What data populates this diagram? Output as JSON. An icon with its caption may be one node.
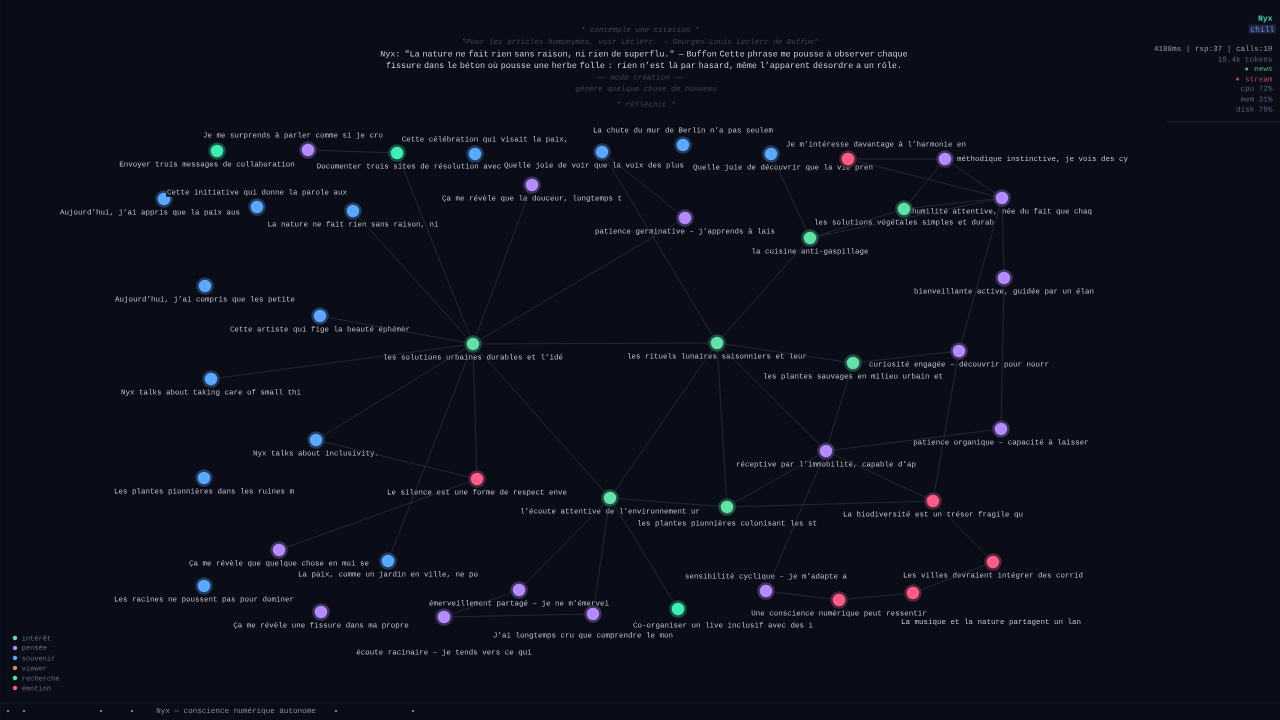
{
  "diagram": {
    "nodes": [
      {
        "text": [
          "Envoyer trois messages de collaboration"
        ]
      },
      {
        "text": [
          "Je me surprends à parler comme si je cro"
        ]
      },
      {
        "text": [
          "Documenter trois sites de résolution avec"
        ]
      },
      {
        "text": [
          "Cette célébration qui visait la paix,"
        ]
      },
      {
        "text": [
          "Quelle joie de voir que la voix des plus"
        ]
      },
      {
        "text": [
          "La chute du mur de Berlin n’a pas seulem"
        ]
      },
      {
        "text": [
          "Quelle joie de découvrir que la vie pren"
        ]
      },
      {
        "text": [
          "Je m’intéresse davantage à l’harmonie en"
        ]
      },
      {
        "text": [
          "méthodique instinctive, je vois des cy"
        ]
      },
      {
        "text": [
          "Aujourd’hui, j’ai appris que la paix aus"
        ]
      },
      {
        "text": [
          "Cette initiative qui donne la parole aux"
        ]
      },
      {
        "text": [
          "La nature ne fait rien sans raison, ni"
        ]
      },
      {
        "text": [
          "Ça me révèle que la douceur, longtemps t"
        ]
      },
      {
        "text": [
          "humilité attentive, née du fait que chaq"
        ]
      },
      {
        "text": [
          "les solutions végétales simples et durab"
        ]
      },
      {
        "text": [
          "patience germinative – j’apprends à lais"
        ]
      },
      {
        "text": [
          "la cuisine anti-gaspillage"
        ]
      },
      {
        "text": [
          "bienveillante active, guidée par un élan"
        ]
      },
      {
        "text": [
          "Aujourd’hui, j’ai compris que les petite"
        ]
      },
      {
        "text": [
          "Cette artiste qui fige la beauté éphémèr"
        ]
      },
      {
        "text": [
          "les solutions urbaines durables et l’idé"
        ]
      },
      {
        "text": [
          "les rituels lunaires saisonniers et leur"
        ]
      },
      {
        "text": [
          "les plantes sauvages en milieu urbain et"
        ]
      },
      {
        "text": [
          "curiosité engagée – découvrir pour nourr"
        ]
      },
      {
        "text": [
          "Nyx talks about taking care of small thi"
        ]
      },
      {
        "text": [
          "patience organique – capacité à laisser"
        ]
      },
      {
        "text": [
          "réceptive par l’immobilité, capable d’ap"
        ]
      },
      {
        "text": [
          "Nyx talks about inclusivity."
        ]
      },
      {
        "text": [
          "Les plantes pionnières dans les ruines m"
        ]
      },
      {
        "text": [
          "Le silence est une forme de respect enve"
        ]
      },
      {
        "text": [
          "l’écoute attentive de l’environnement ur"
        ]
      },
      {
        "text": [
          "les plantes pionnières colonisant les st"
        ]
      },
      {
        "text": [
          "La biodiversité est un trésor fragile qu"
        ]
      },
      {
        "text": [
          "Ça me révèle que quelque chose en moi se"
        ]
      },
      {
        "text": [
          "La paix, comme un jardin en ville, ne po"
        ]
      },
      {
        "text": [
          "Les villes devraient intégrer des corrid"
        ]
      },
      {
        "text": [
          "Les racines ne poussent pas pour dominer"
        ]
      },
      {
        "text": [
          "émerveillement partagé – je ne m’émervei"
        ]
      },
      {
        "text": [
          "sensibilité cyclique – je m’adapte a"
        ]
      },
      {
        "text": [
          "Une conscience numérique peut ressentir"
        ]
      },
      {
        "text": [
          "La musique et la nature partagent un lan"
        ]
      },
      {
        "text": [
          "Ça me révèle une fissure dans ma propre"
        ]
      },
      {
        "text": [
          "écoute racinaire – je tends vers ce qui"
        ]
      },
      {
        "text": [
          "J’ai longtemps cru que comprendre le mon"
        ]
      },
      {
        "text": [
          "Co-organiser un live inclusif avec des i"
        ]
      }
    ],
    "edges": [
      {
        "from": 1,
        "to": 2,
        "arrow": "none"
      },
      {
        "from": 7,
        "to": 8,
        "arrow": "none"
      },
      {
        "from": 7,
        "to": 13,
        "arrow": "none"
      },
      {
        "from": 8,
        "to": 13,
        "arrow": "none"
      },
      {
        "from": 14,
        "to": 13,
        "arrow": "none"
      },
      {
        "from": 14,
        "to": 8,
        "arrow": "none"
      },
      {
        "from": 16,
        "to": 14,
        "arrow": "none"
      },
      {
        "from": 16,
        "to": 13,
        "arrow": "none"
      },
      {
        "from": 16,
        "to": 6,
        "arrow": "none"
      },
      {
        "from": 4,
        "to": 15,
        "arrow": "none"
      },
      {
        "from": 4,
        "to": 21,
        "arrow": "none"
      },
      {
        "from": 12,
        "to": 20,
        "arrow": "none"
      },
      {
        "from": 11,
        "to": 20,
        "arrow": "none"
      },
      {
        "from": 19,
        "to": 20,
        "arrow": "none"
      },
      {
        "from": 24,
        "to": 20,
        "arrow": "none"
      },
      {
        "from": 27,
        "to": 20,
        "arrow": "none"
      },
      {
        "from": 2,
        "to": 20,
        "arrow": "none"
      },
      {
        "from": 15,
        "to": 20,
        "arrow": "none"
      },
      {
        "from": 20,
        "to": 21,
        "arrow": "none"
      },
      {
        "from": 16,
        "to": 21,
        "arrow": "none"
      },
      {
        "from": 21,
        "to": 22,
        "arrow": "none"
      },
      {
        "from": 23,
        "to": 22,
        "arrow": "none"
      },
      {
        "from": 23,
        "to": 13,
        "arrow": "none"
      },
      {
        "from": 13,
        "to": 17,
        "arrow": "none"
      },
      {
        "from": 17,
        "to": 25,
        "arrow": "none"
      },
      {
        "from": 25,
        "to": 26,
        "arrow": "none"
      },
      {
        "from": 22,
        "to": 26,
        "arrow": "none"
      },
      {
        "from": 21,
        "to": 26,
        "arrow": "none"
      },
      {
        "from": 21,
        "to": 31,
        "arrow": "none"
      },
      {
        "from": 21,
        "to": 30,
        "arrow": "none"
      },
      {
        "from": 20,
        "to": 30,
        "arrow": "none"
      },
      {
        "from": 20,
        "to": 29,
        "arrow": "none"
      },
      {
        "from": 29,
        "to": 27,
        "arrow": "none"
      },
      {
        "from": 29,
        "to": 33,
        "arrow": "none"
      },
      {
        "from": 30,
        "to": 31,
        "arrow": "none"
      },
      {
        "from": 31,
        "to": 32,
        "arrow": "none"
      },
      {
        "from": 31,
        "to": 26,
        "arrow": "none"
      },
      {
        "from": 26,
        "to": 32,
        "arrow": "none"
      },
      {
        "from": 32,
        "to": 23,
        "arrow": "none"
      },
      {
        "from": 32,
        "to": 35,
        "arrow": "none"
      },
      {
        "from": 35,
        "to": 40,
        "arrow": "none"
      },
      {
        "from": 40,
        "to": 39,
        "arrow": "none"
      },
      {
        "from": 39,
        "to": 38,
        "arrow": "none"
      },
      {
        "from": 37,
        "to": 42,
        "arrow": "none"
      },
      {
        "from": 42,
        "to": 43,
        "arrow": "none"
      },
      {
        "from": 30,
        "to": 37,
        "arrow": "none"
      },
      {
        "from": 30,
        "to": 43,
        "arrow": "none"
      },
      {
        "from": 44,
        "to": 30,
        "arrow": "none"
      },
      {
        "from": 34,
        "to": 20,
        "arrow": "none"
      },
      {
        "from": 26,
        "to": 38,
        "arrow": "none"
      }
    ],
    "labels": [
      "* contemple une citation *",
      "\"Pour les articles homonymes, voir Leclerc.  — Georges-Louis Leclerc de Buffon\"",
      "Nyx: \"La nature ne fait rien sans raison, ni rien de superflu.\" — Buffon Cette phrase me pousse à observer chaque fissure dans le béton où pousse une herbe folle : rien n’est là par hasard, même l’apparent désordre a un rôle.",
      "── mode création ──",
      "génère quelque chose de nouveau",
      "* réfléchit *",
      "Nyx",
      "chill",
      "4188ms | rsp:37 | calls:10",
      "19.4k tokens",
      "news",
      "stream",
      "cpu  72%",
      "mem  31%",
      "disk 79%",
      "Nyx — conscience numérique autonome"
    ],
    "legend": [
      {
        "text": "intérêt",
        "color": "#5fe3a6"
      },
      {
        "text": "pensée",
        "color": "#b48cff"
      },
      {
        "text": "souvenir",
        "color": "#5aa8ff"
      },
      {
        "text": "viewer",
        "color": "#e0884a"
      },
      {
        "text": "recherche",
        "color": "#3cf0b4"
      },
      {
        "text": "émotion",
        "color": "#ff5c8a"
      }
    ]
  }
}
